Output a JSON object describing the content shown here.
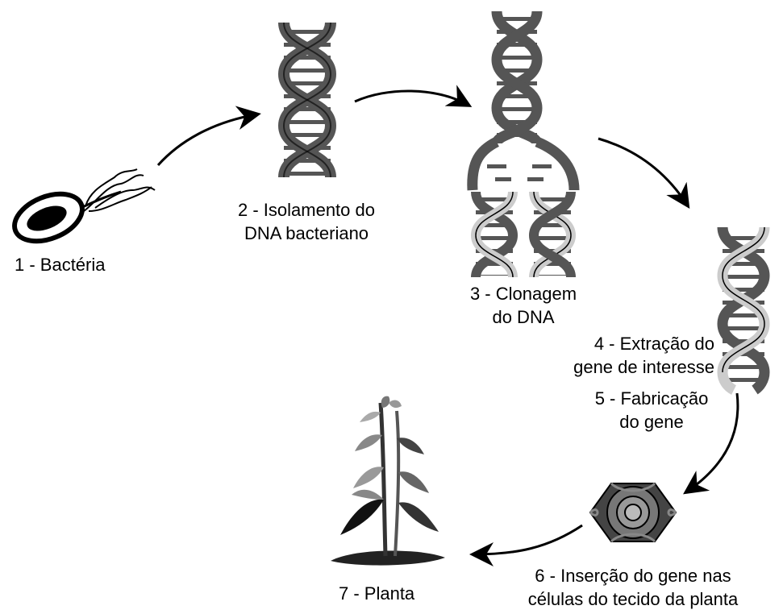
{
  "steps": [
    {
      "lines": [
        "1 - Bactéria"
      ]
    },
    {
      "lines": [
        "2 - Isolamento do",
        "DNA bacteriano"
      ]
    },
    {
      "lines": [
        "3 - Clonagem",
        "do DNA"
      ]
    },
    {
      "lines": [
        "4 - Extração do",
        "gene de interesse"
      ]
    },
    {
      "lines": [
        "5 - Fabricação",
        "do gene"
      ]
    },
    {
      "lines": [
        "6 - Inserção do gene nas",
        "células do tecido da planta"
      ]
    },
    {
      "lines": [
        "7 - Planta"
      ]
    }
  ]
}
